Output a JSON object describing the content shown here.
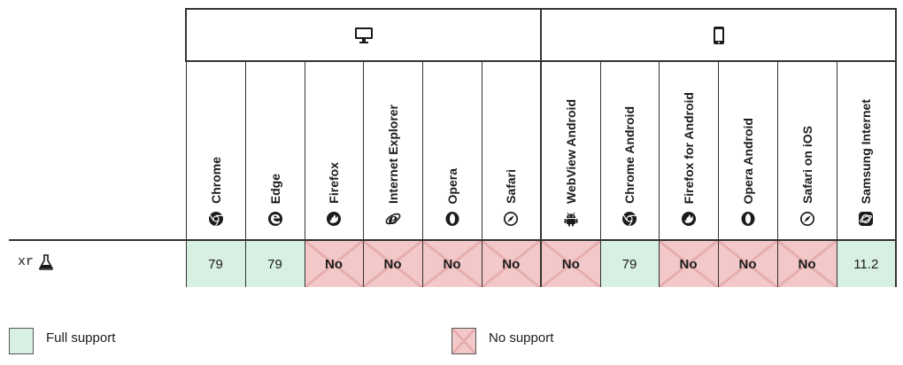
{
  "platforms": [
    {
      "key": "desktop",
      "icon": "desktop-monitor-icon"
    },
    {
      "key": "mobile",
      "icon": "mobile-phone-icon"
    }
  ],
  "browsers": [
    {
      "name": "Chrome",
      "icon": "chrome-icon",
      "platform": "desktop"
    },
    {
      "name": "Edge",
      "icon": "edge-icon",
      "platform": "desktop"
    },
    {
      "name": "Firefox",
      "icon": "firefox-icon",
      "platform": "desktop"
    },
    {
      "name": "Internet Explorer",
      "icon": "internet-explorer-icon",
      "platform": "desktop"
    },
    {
      "name": "Opera",
      "icon": "opera-icon",
      "platform": "desktop"
    },
    {
      "name": "Safari",
      "icon": "safari-icon",
      "platform": "desktop"
    },
    {
      "name": "WebView Android",
      "icon": "android-icon",
      "platform": "mobile"
    },
    {
      "name": "Chrome Android",
      "icon": "chrome-icon",
      "platform": "mobile"
    },
    {
      "name": "Firefox for Android",
      "icon": "firefox-icon",
      "platform": "mobile"
    },
    {
      "name": "Opera Android",
      "icon": "opera-icon",
      "platform": "mobile"
    },
    {
      "name": "Safari on iOS",
      "icon": "safari-icon",
      "platform": "mobile"
    },
    {
      "name": "Samsung Internet",
      "icon": "samsung-internet-icon",
      "platform": "mobile"
    }
  ],
  "feature": {
    "name": "xr",
    "icon": "experimental-flask-icon",
    "support": [
      {
        "value": "79",
        "status": "yes"
      },
      {
        "value": "79",
        "status": "yes"
      },
      {
        "value": "No",
        "status": "no"
      },
      {
        "value": "No",
        "status": "no"
      },
      {
        "value": "No",
        "status": "no"
      },
      {
        "value": "No",
        "status": "no"
      },
      {
        "value": "No",
        "status": "no"
      },
      {
        "value": "79",
        "status": "yes"
      },
      {
        "value": "No",
        "status": "no"
      },
      {
        "value": "No",
        "status": "no"
      },
      {
        "value": "No",
        "status": "no"
      },
      {
        "value": "11.2",
        "status": "yes"
      }
    ]
  },
  "legend": {
    "full_support": "Full support",
    "no_support": "No support"
  },
  "colors": {
    "full_support_bg": "#d8f0e1",
    "no_support_bg": "#f2c8c8",
    "border": "#333333"
  }
}
